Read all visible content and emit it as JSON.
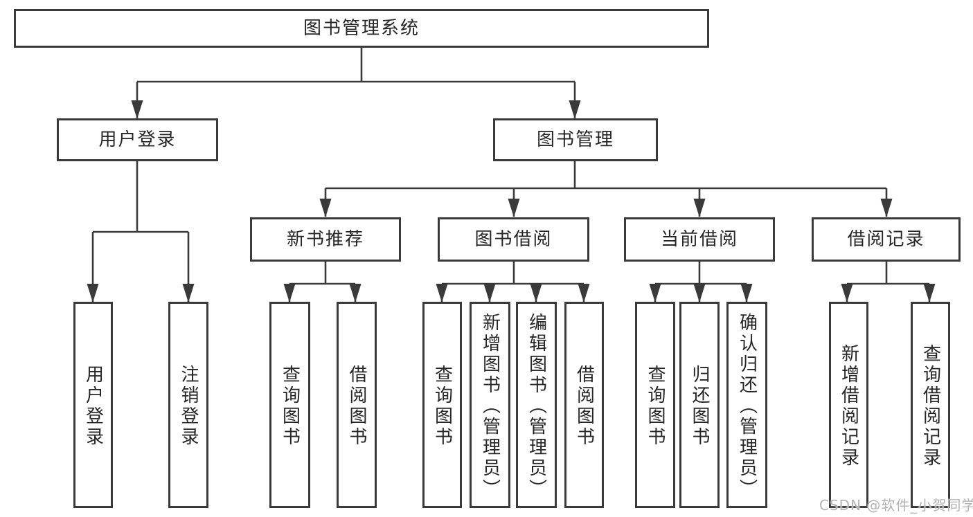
{
  "colors": {
    "line": "#3a3a3a",
    "border": "#3a3a3a",
    "text": "#262626",
    "background": "#ffffff",
    "watermark_text": "#b3b3b3"
  },
  "watermark": {
    "text": "CSDN @软件_小贺同学"
  },
  "tree": {
    "root": {
      "label": "图书管理系统"
    },
    "user_branch": {
      "label": "用户登录",
      "children": [
        {
          "label": "用户登录"
        },
        {
          "label": "注销登录"
        }
      ]
    },
    "mgmt_branch": {
      "label": "图书管理",
      "sections": [
        {
          "label": "新书推荐",
          "children": [
            {
              "label": "查询图书"
            },
            {
              "label": "借阅图书"
            }
          ]
        },
        {
          "label": "图书借阅",
          "children": [
            {
              "label": "查询图书"
            },
            {
              "label": "新增图书（管理员）"
            },
            {
              "label": "编辑图书（管理员）"
            },
            {
              "label": "借阅图书"
            }
          ]
        },
        {
          "label": "当前借阅",
          "children": [
            {
              "label": "查询图书"
            },
            {
              "label": "归还图书"
            },
            {
              "label": "确认归还（管理员）"
            }
          ]
        },
        {
          "label": "借阅记录",
          "children": [
            {
              "label": "新增借阅记录"
            },
            {
              "label": "查询借阅记录"
            }
          ]
        }
      ]
    }
  }
}
